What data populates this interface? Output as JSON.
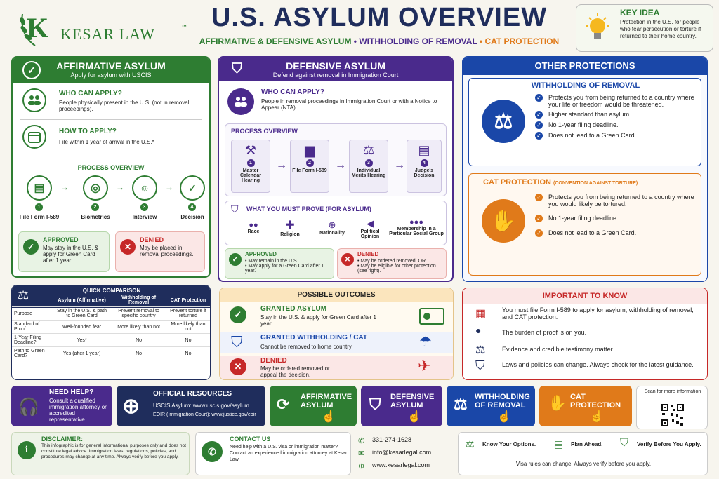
{
  "logo": {
    "name": "KESAR LAW",
    "tm": "™",
    "letter": "K"
  },
  "title": "U.S. ASYLUM OVERVIEW",
  "subtitle": {
    "a": "AFFIRMATIVE & DEFENSIVE ASYLUM",
    "sep": "•",
    "b": "WITHHOLDING OF REMOVAL",
    "c": "CAT PROTECTION"
  },
  "key_idea": {
    "title": "KEY IDEA",
    "text": "Protection in the U.S. for people who fear persecution or torture if returned to their home country."
  },
  "affirmative": {
    "title": "AFFIRMATIVE ASYLUM",
    "sub": "Apply for asylum with USCIS",
    "who_title": "WHO CAN APPLY?",
    "who_text": "People physically present in the U.S. (not in removal proceedings).",
    "how_title": "HOW TO APPLY?",
    "how_text": "File within 1 year of arrival in the U.S.*",
    "process_title": "PROCESS OVERVIEW",
    "steps": [
      {
        "n": "1",
        "label": "File Form I-589"
      },
      {
        "n": "2",
        "label": "Biometrics"
      },
      {
        "n": "3",
        "label": "Interview"
      },
      {
        "n": "4",
        "label": "Decision"
      }
    ],
    "approved_title": "APPROVED",
    "approved_text": "May stay in the U.S. & apply for Green Card after 1 year.",
    "denied_title": "DENIED",
    "denied_text": "May be placed in removal proceedings."
  },
  "defensive": {
    "title": "DEFENSIVE ASYLUM",
    "sub": "Defend against removal in Immigration Court",
    "who_title": "WHO CAN APPLY?",
    "who_text": "People in removal proceedings in Immigration Court or with a Notice to Appear (NTA).",
    "process_title": "PROCESS OVERVIEW",
    "steps": [
      {
        "n": "1",
        "label": "Master Calendar Hearing"
      },
      {
        "n": "2",
        "label": "File Form I-589"
      },
      {
        "n": "3",
        "label": "Individual Merits Hearing"
      },
      {
        "n": "4",
        "label": "Judge's Decision"
      }
    ],
    "prove_title": "WHAT YOU MUST PROVE (FOR ASYLUM)",
    "grounds": [
      "Race",
      "Religion",
      "Nationality",
      "Political Opinion",
      "Membership in a Particular Social Group"
    ],
    "approved_title": "APPROVED",
    "approved_items": [
      "May remain in the U.S.",
      "May apply for a Green Card after 1 year."
    ],
    "denied_title": "DENIED",
    "denied_items": [
      "May be ordered removed, OR",
      "May be eligible for other protection (see right)."
    ]
  },
  "other": {
    "title": "OTHER PROTECTIONS",
    "wor_title": "WITHHOLDING OF REMOVAL",
    "wor_items": [
      "Protects you from being returned to a country where your life or freedom would be threatened.",
      "Higher standard than asylum.",
      "No 1-year filing deadline.",
      "Does not lead to a Green Card."
    ],
    "cat_title": "CAT PROTECTION",
    "cat_sub": "(CONVENTION AGAINST TORTURE)",
    "cat_items": [
      "Protects you from being returned to a country where you would likely be tortured.",
      "No 1-year filing deadline.",
      "Does not lead to a Green Card."
    ]
  },
  "comparison": {
    "title": "QUICK COMPARISON",
    "headers": [
      "",
      "Asylum (Affirmative)",
      "Withholding of Removal",
      "CAT Protection"
    ],
    "rows": [
      [
        "Purpose",
        "Stay in the U.S. & path to Green Card",
        "Prevent removal to specific country",
        "Prevent torture if returned"
      ],
      [
        "Standard of Proof",
        "Well-founded fear",
        "More likely than not",
        "More likely than not"
      ],
      [
        "1-Year Filing Deadline?",
        "Yes*",
        "No",
        "No"
      ],
      [
        "Path to Green Card?",
        "Yes (after 1 year)",
        "No",
        "No"
      ]
    ]
  },
  "outcomes": {
    "title": "POSSIBLE OUTCOMES",
    "items": [
      {
        "title": "GRANTED ASYLUM",
        "text": "Stay in the U.S. & apply for Green Card after 1 year."
      },
      {
        "title": "GRANTED WITHHOLDING / CAT",
        "text": "Cannot be removed to home country."
      },
      {
        "title": "DENIED",
        "text": "May be ordered removed or appeal the decision."
      }
    ]
  },
  "important": {
    "title": "IMPORTANT TO KNOW",
    "items": [
      "You must file Form I-589 to apply for asylum, withholding of removal, and CAT protection.",
      "The burden of proof is on you.",
      "Evidence and credible testimony matter.",
      "Laws and policies can change. Always check for the latest guidance."
    ]
  },
  "help": {
    "title": "NEED HELP?",
    "text": "Consult a qualified immigration attorney or accredited representative."
  },
  "resources": {
    "title": "OFFICIAL RESOURCES",
    "l1": "USCIS Asylum: www.uscis.gov/asylum",
    "l2": "EOIR (Immigration Court): www.justice.gov/eoir"
  },
  "buttons": [
    {
      "label": "AFFIRMATIVE ASYLUM"
    },
    {
      "label": "DEFENSIVE ASYLUM"
    },
    {
      "label": "WITHHOLDING OF REMOVAL"
    },
    {
      "label": "CAT PROTECTION"
    }
  ],
  "scan": {
    "text": "Scan for more information"
  },
  "disclaimer": {
    "title": "DISCLAIMER:",
    "text": "This infographic is for general informational purposes only and does not constitute legal advice. Immigration laws, regulations, policies, and procedures may change at any time. Always verify before you apply."
  },
  "contact": {
    "title": "CONTACT US",
    "text": "Need help with a U.S. visa or immigration matter? Contact an experienced immigration attorney at Kesar Law.",
    "phone": "331-274-1628",
    "email": "info@kesarlegal.com",
    "web": "www.kesarlegal.com"
  },
  "tips": {
    "items": [
      "Know Your Options.",
      "Plan Ahead.",
      "Verify Before You Apply."
    ],
    "footer": "Visa rules can change. Always verify before you apply."
  },
  "colors": {
    "green": "#2e7d32",
    "purple": "#4a2a8c",
    "blue": "#1a47a8",
    "orange": "#e07a1a",
    "red": "#c62828",
    "navy": "#1f2d5c"
  }
}
